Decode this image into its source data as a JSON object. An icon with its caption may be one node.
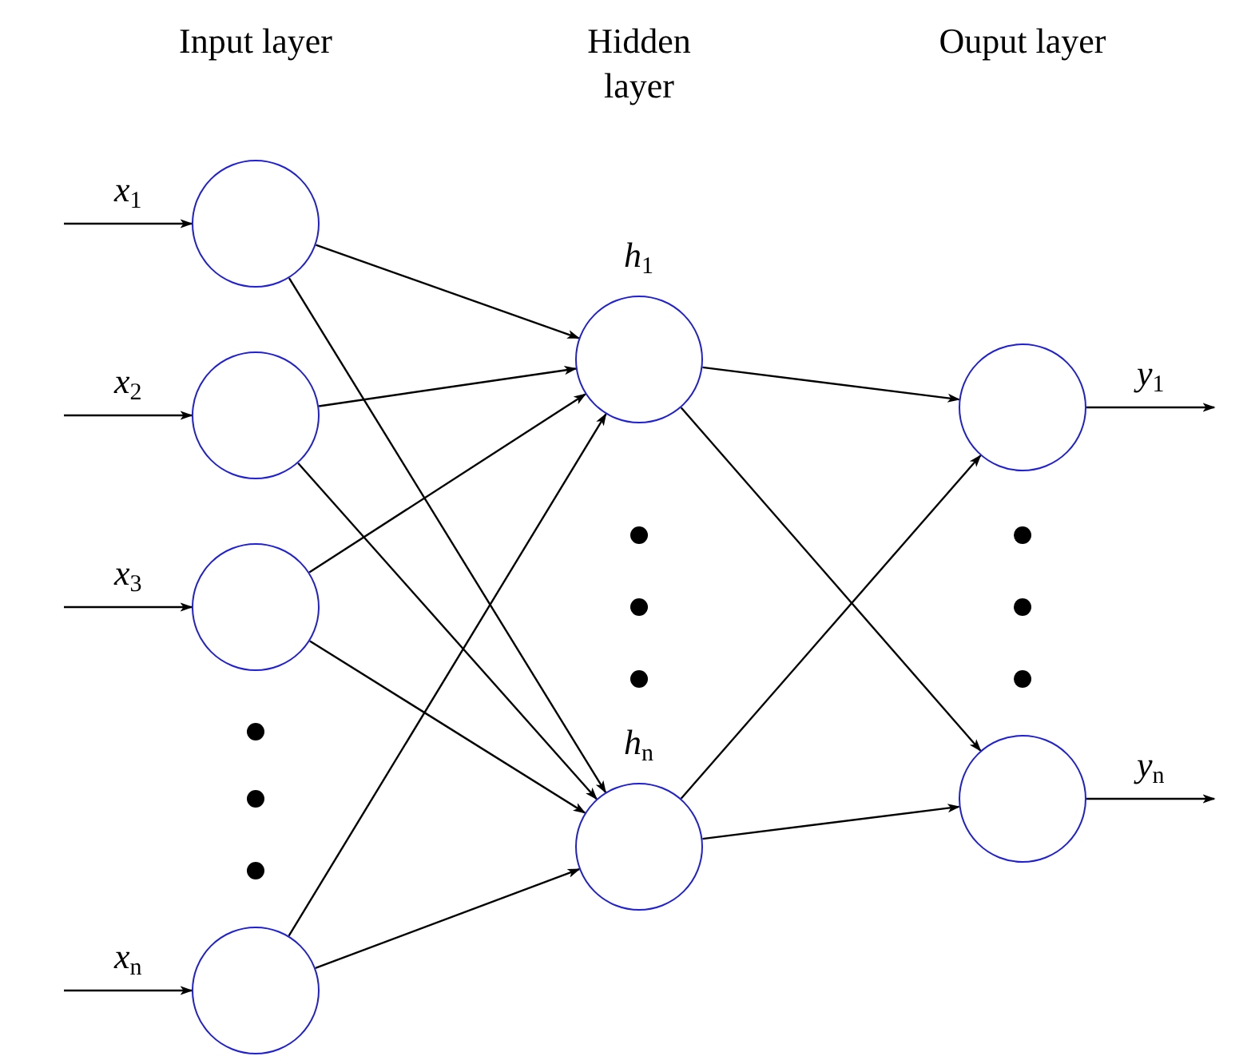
{
  "diagram": {
    "nodes": [
      {
        "text": [],
        "shape": "circle"
      },
      {
        "text": [],
        "shape": "circle"
      },
      {
        "text": [],
        "shape": "circle"
      },
      {
        "text": [],
        "shape": "circle"
      },
      {
        "text": [],
        "shape": "circle",
        "beside": [
          "*h*$_{1}$"
        ]
      },
      {
        "text": [],
        "shape": "circle",
        "beside": [
          "*h*$_{n}$"
        ]
      },
      {
        "text": [],
        "shape": "circle"
      },
      {
        "text": [],
        "shape": "circle"
      }
    ],
    "edges": [
      {
        "from": null,
        "to": 0,
        "arrow": "to",
        "label": "*x*$_{1}$"
      },
      {
        "from": null,
        "to": 1,
        "arrow": "to",
        "label": "*x*$_{2}$"
      },
      {
        "from": null,
        "to": 2,
        "arrow": "to",
        "label": "*x*$_{3}$"
      },
      {
        "from": null,
        "to": 3,
        "arrow": "to",
        "label": "*x*$_{n}$"
      },
      {
        "from": 0,
        "to": 4,
        "arrow": "to"
      },
      {
        "from": 0,
        "to": 5,
        "arrow": "to"
      },
      {
        "from": 1,
        "to": 4,
        "arrow": "to"
      },
      {
        "from": 1,
        "to": 5,
        "arrow": "to"
      },
      {
        "from": 2,
        "to": 4,
        "arrow": "to"
      },
      {
        "from": 2,
        "to": 5,
        "arrow": "to"
      },
      {
        "from": 3,
        "to": 4,
        "arrow": "to"
      },
      {
        "from": 3,
        "to": 5,
        "arrow": "to"
      },
      {
        "from": 4,
        "to": 6,
        "arrow": "to"
      },
      {
        "from": 4,
        "to": 7,
        "arrow": "to"
      },
      {
        "from": 5,
        "to": 6,
        "arrow": "to"
      },
      {
        "from": 5,
        "to": 7,
        "arrow": "to"
      },
      {
        "from": 6,
        "to": null,
        "arrow": "to",
        "label": "*y*$_{1}$"
      },
      {
        "from": 7,
        "to": null,
        "arrow": "to",
        "label": "*y*$_{n}$"
      }
    ],
    "labels": [
      "Input layer",
      "Hidden layer",
      "Ouput layer"
    ]
  }
}
